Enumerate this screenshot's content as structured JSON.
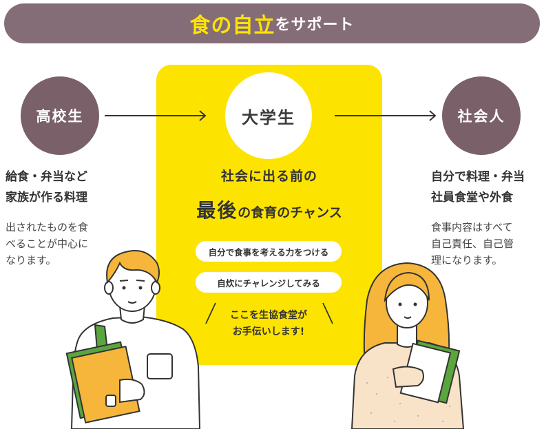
{
  "banner": {
    "highlight": "食の自立",
    "rest": "をサポート"
  },
  "stages": {
    "left": "高校生",
    "center": "大学生",
    "right": "社会人"
  },
  "left_info": {
    "line1": "給食・弁当など",
    "line2": "家族が作る料理",
    "desc": [
      "出されたものを食",
      "べることが中心に",
      "なります。"
    ]
  },
  "right_info": {
    "line1": "自分で料理・弁当",
    "line2": "社員食堂や外食",
    "desc": [
      "食事内容はすべて",
      "自己責任、自己管",
      "理になります。"
    ]
  },
  "center_info": {
    "heading1": "社会に出る前の",
    "heading2_big": "最後",
    "heading2_rest": "の食育のチャンス",
    "pill1": "自分で食事を考える力をつける",
    "pill2": "自炊にチャレンジしてみる",
    "speech_line1": "ここを生協食堂が",
    "speech_line2": "お手伝いします!"
  },
  "colors": {
    "banner_bg": "#856d77",
    "highlight": "#fde300",
    "panel": "#fde300",
    "stage_circle": "#7a6069",
    "book_green": "#5aa63e",
    "book_orange": "#f6b63c",
    "hair": "#f6b63c"
  }
}
